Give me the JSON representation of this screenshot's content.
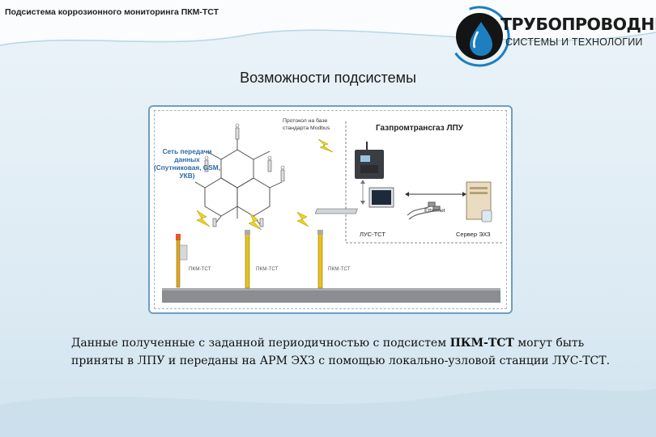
{
  "header": {
    "title": "Подсистема коррозионного мониторинга ПКМ-ТСТ"
  },
  "logo": {
    "line1": "ТРУБОПРОВОДНЫЕ",
    "line2": "СИСТЕМЫ И ТЕХНОЛОГИИ"
  },
  "slide": {
    "heading": "Возможности подсистемы"
  },
  "diagram": {
    "network_label": "Сеть передачи данных (Спутниковая, GSM, УКВ)",
    "protocol_label": "Протокол на базе стандарта Modbus",
    "ppu_label": "Газпромтрансгаз ЛПУ",
    "ethernet_label": "Ethernet",
    "lus_label": "ЛУС-ТСТ",
    "server_label": "Сервер ЭХЗ",
    "sensors": [
      {
        "label": "ПКМ-ТСТ"
      },
      {
        "label": "ПКМ-ТСТ"
      },
      {
        "label": "ПКМ-ТСТ"
      }
    ]
  },
  "body": {
    "text_before": "Данные полученные с заданной периодичностью с подсистем ",
    "text_bold": "ПКМ-ТСТ",
    "text_after": " могут быть приняты в ЛПУ и переданы на АРМ ЭХЗ с помощью локально-узловой станции ЛУС-ТСТ."
  },
  "colors": {
    "background": "#e4eff6",
    "frame_border": "#6f9ec0",
    "network_text": "#2a6aa5",
    "lightning": "#f2d21a",
    "logo_blue": "#1d7fbf"
  }
}
